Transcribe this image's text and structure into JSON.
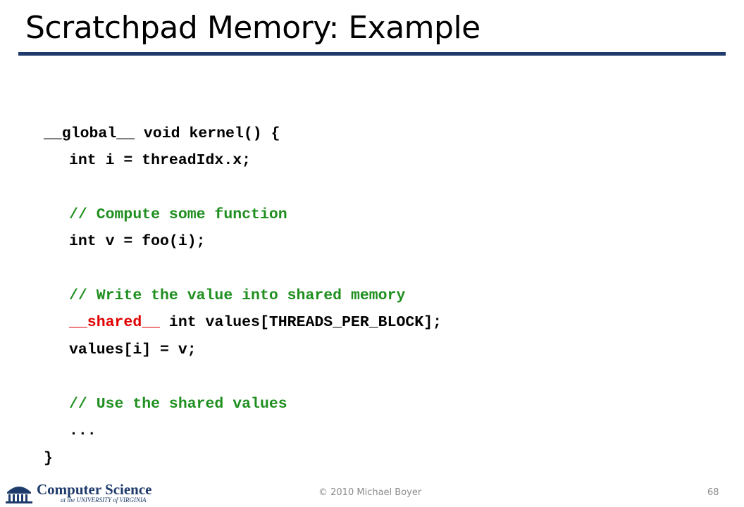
{
  "slide": {
    "title": "Scratchpad Memory: Example",
    "code": {
      "l1_kw": "__global__",
      "l1_rest": " void kernel() {",
      "l2": "int i = threadIdx.x;",
      "l3": "// Compute some function",
      "l4": "int v = foo(i);",
      "l5": "// Write the value into shared memory",
      "l6_kw": "__shared__",
      "l6_rest": " int values[THREADS_PER_BLOCK];",
      "l7": "values[i] = v;",
      "l8": "// Use the shared values",
      "l9": "...",
      "l10": "}"
    }
  },
  "footer": {
    "logo_main": "Computer Science",
    "logo_sub": "at the UNIVERSITY of VIRGINIA",
    "copyright": "© 2010 Michael Boyer",
    "page_number": "68"
  },
  "colors": {
    "title_rule": "#1f3b6b",
    "comment": "#1f8f1f",
    "highlight": "#e00000",
    "logo": "#1f3b6b",
    "footer_text": "#8c8c8c"
  }
}
